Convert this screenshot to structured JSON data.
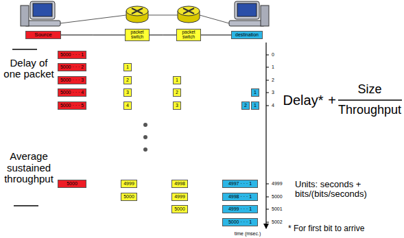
{
  "diagram": {
    "nodes": [
      {
        "text": [
          "Source"
        ]
      },
      {
        "text": [
          "packet switch"
        ]
      },
      {
        "text": [
          "packet switch"
        ]
      },
      {
        "text": [
          "destination"
        ]
      },
      {
        "text": [
          "5000 · · · 1"
        ]
      },
      {
        "text": [
          "5000 · · · 2"
        ]
      },
      {
        "text": [
          "5000 · · · 3"
        ]
      },
      {
        "text": [
          "5000 · · · 4"
        ]
      },
      {
        "text": [
          "5000 · · · 5"
        ]
      },
      {
        "text": [
          "1"
        ]
      },
      {
        "text": [
          "2"
        ]
      },
      {
        "text": [
          "3"
        ]
      },
      {
        "text": [
          "4"
        ]
      },
      {
        "text": [
          "1"
        ]
      },
      {
        "text": [
          "2"
        ]
      },
      {
        "text": [
          "3"
        ]
      },
      {
        "text": [
          "1"
        ]
      },
      {
        "text": [
          "2"
        ]
      },
      {
        "text": [
          "1"
        ]
      },
      {
        "text": [
          "5000"
        ]
      },
      {
        "text": [
          "4999"
        ]
      },
      {
        "text": [
          "5000"
        ]
      },
      {
        "text": [
          "4998"
        ]
      },
      {
        "text": [
          "4999"
        ]
      },
      {
        "text": [
          "5000"
        ]
      },
      {
        "text": [
          "4997 · · · 1"
        ]
      },
      {
        "text": [
          "4998 · · · 1"
        ]
      },
      {
        "text": [
          "4999 · · · 1"
        ]
      },
      {
        "text": [
          "5000 · · · 1"
        ]
      }
    ],
    "edges": [
      {
        "from": 0,
        "to": 1,
        "arrow": "none"
      },
      {
        "from": 1,
        "to": 2,
        "arrow": "none"
      },
      {
        "from": 2,
        "to": 3,
        "arrow": "none"
      }
    ],
    "labels": [
      "Delay of one packet",
      "Average sustained throughput",
      "0",
      "1",
      "2",
      "3",
      "4",
      "Delay*",
      "+",
      "Size",
      "Throughput",
      "4999",
      "5000",
      "5001",
      "5002",
      "Units: seconds + bits/(bits/seconds)",
      "* For first bit to arrive",
      "time (msec.)"
    ]
  }
}
